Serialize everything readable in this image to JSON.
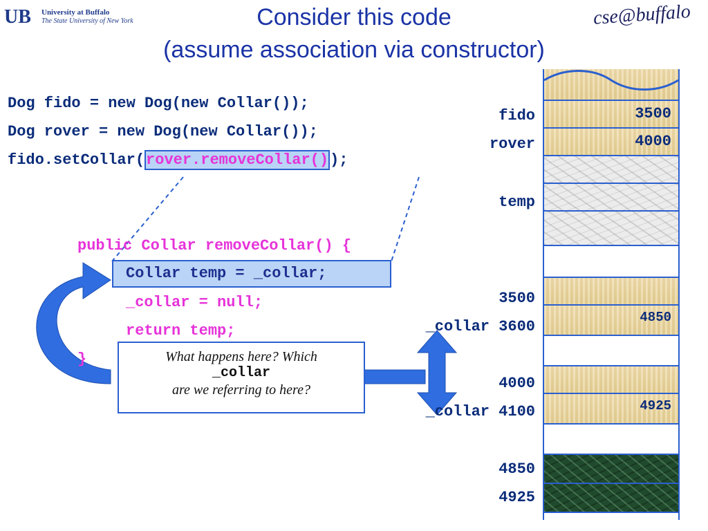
{
  "header": {
    "logo_line1": "University at Buffalo",
    "logo_line2": "The State University of New York",
    "title_line1": "Consider this code",
    "title_line2": "(assume association via constructor)",
    "brand": "cse@buffalo"
  },
  "code": {
    "line1": "Dog fido = new Dog(new Collar());",
    "line2": "Dog rover = new Dog(new Collar());",
    "line3_prefix": "fido.setCollar(",
    "line3_highlight": "rover.removeCollar()",
    "line3_suffix": ");",
    "method_sig": "public Collar removeCollar() {",
    "method_line1": "Collar temp = _collar;",
    "method_line2": "_collar = null;",
    "method_line3": "return temp;",
    "method_close": "}"
  },
  "callout": {
    "line1": "What happens here?  Which",
    "line2": "_collar",
    "line3": "are we referring to here?"
  },
  "memory": {
    "labels": {
      "fido": "fido",
      "rover": "rover",
      "temp": "temp",
      "addr3500": "3500",
      "collar3600": "_collar 3600",
      "addr4000": "4000",
      "collar4100": "_collar 4100",
      "addr4850": "4850",
      "addr4925": "4925"
    },
    "values": {
      "fido": "3500",
      "rover": "4000",
      "collar3600": "4850",
      "collar4100": "4925"
    }
  },
  "colors": {
    "title": "#1a33a6",
    "code": "#0b2c7a",
    "highlight_text": "#e633d9",
    "arrow": "#2a5fd0",
    "highlight_fill": "#b9d4f6"
  }
}
